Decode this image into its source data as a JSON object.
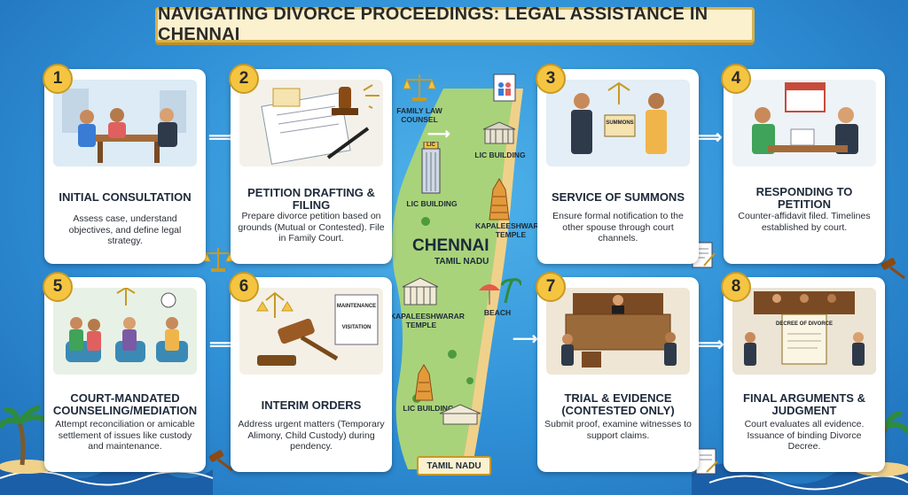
{
  "title": "NAVIGATING DIVORCE PROCEEDINGS: LEGAL ASSISTANCE IN CHENNAI",
  "steps": [
    {
      "number": "1",
      "title": "INITIAL CONSULTATION",
      "desc": "Assess case, understand objectives, and define legal strategy."
    },
    {
      "number": "2",
      "title": "PETITION DRAFTING & FILING",
      "desc": "Prepare divorce petition based on grounds (Mutual or Contested). File in Family Court."
    },
    {
      "number": "3",
      "title": "SERVICE OF SUMMONS",
      "desc": "Ensure formal notification to the other spouse through court channels."
    },
    {
      "number": "4",
      "title": "RESPONDING TO PETITION",
      "desc": "Counter-affidavit filed. Timelines established by court."
    },
    {
      "number": "5",
      "title": "COURT-MANDATED COUNSELING/MEDIATION",
      "desc": "Attempt reconciliation or amicable settlement of issues like custody and maintenance."
    },
    {
      "number": "6",
      "title": "INTERIM ORDERS",
      "desc": "Address urgent matters (Temporary Alimony, Child Custody) during pendency."
    },
    {
      "number": "7",
      "title": "TRIAL & EVIDENCE (CONTESTED ONLY)",
      "desc": "Submit proof, examine witnesses to support claims."
    },
    {
      "number": "8",
      "title": "FINAL ARGUMENTS & JUDGMENT",
      "desc": "Court evaluates all evidence. Issuance of binding Divorce Decree."
    }
  ],
  "map": {
    "city": "CHENNAI",
    "state": "TAMIL NADU",
    "bottom_label": "TAMIL NADU",
    "family_law": "FAMILY LAW COUNSEL",
    "lic_1": "LIC BUILDING",
    "lic_2": "LIC BUILDING",
    "lic_3": "LIC BUILDING",
    "temple_1": "KAPALEESHWARAR TEMPLE",
    "temple_2": "KAPALEESHWARAR TEMPLE",
    "beach": "BEACH",
    "lic_sign": "LIC"
  },
  "illus_text": {
    "summons": "SUMMONS",
    "maintenance": "MAINTENANCE",
    "visitation": "VISITATION",
    "decree": "DECREE OF DIVORCE"
  },
  "colors": {
    "ocean": "#2f8fd6",
    "card": "#ffffff",
    "badge": "#f5c542",
    "banner": "#fbf1cf",
    "land": "#a9d37a",
    "sand": "#f0d18a"
  }
}
